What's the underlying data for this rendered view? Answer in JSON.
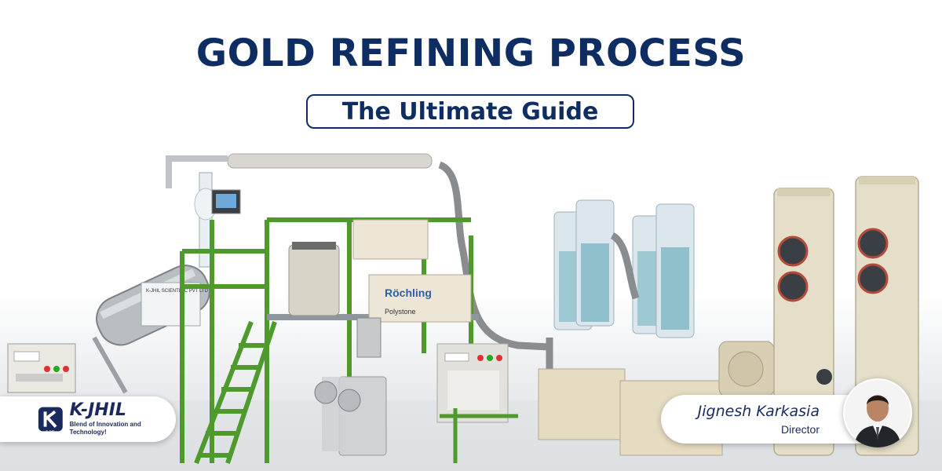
{
  "banner": {
    "title": "GOLD REFINING PROCESS",
    "subtitle": "The Ultimate Guide"
  },
  "brand": {
    "name": "K-JHIL",
    "tagline": "Blend of Innovation and Technology!",
    "logo_icon": "k-jhil-logo-icon",
    "logo_text": "K-JHIL"
  },
  "author": {
    "name": "Jignesh Karkasia",
    "role": "Director"
  },
  "equipment_labels": {
    "panel_brand": "K-JHIL SCIENTIFIC PVT LTD",
    "sheet_brand": "Röchling",
    "sheet_product": "Polystone"
  },
  "colors": {
    "title": "#0e2d63",
    "frame_green": "#4f9a2c",
    "pill_text": "#1a2a5c"
  }
}
